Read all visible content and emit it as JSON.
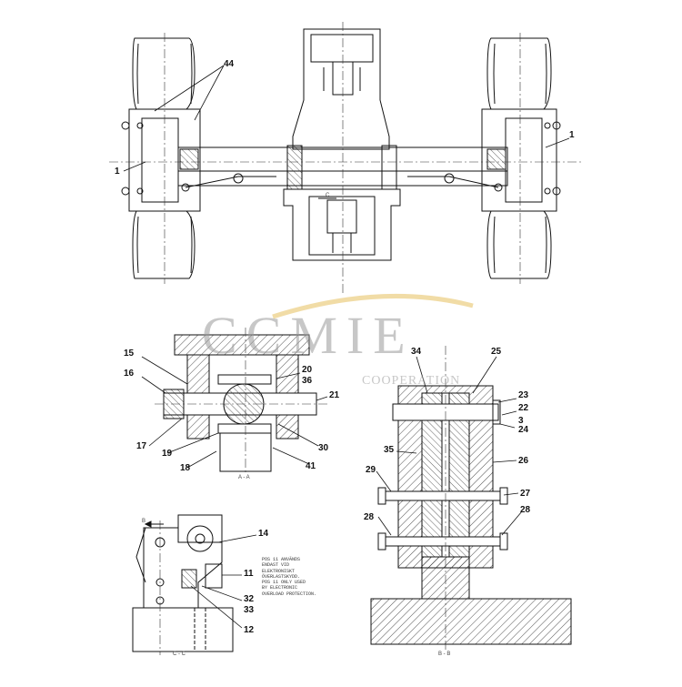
{
  "watermark": {
    "brand": "CCMIE",
    "subtitle": "COOPERATION",
    "accent_color": "#e8c46a"
  },
  "callouts": {
    "c44": "44",
    "c1a": "1",
    "c1b": "1",
    "c15": "15",
    "c16": "16",
    "c17": "17",
    "c19": "19",
    "c18": "18",
    "c20": "20",
    "c36": "36",
    "c21": "21",
    "c30": "30",
    "c41": "41",
    "c34": "34",
    "c25": "25",
    "c23": "23",
    "c22": "22",
    "c3": "3",
    "c24": "24",
    "c35": "35",
    "c26": "26",
    "c29": "29",
    "c27": "27",
    "c28a": "28",
    "c28b": "28",
    "c14": "14",
    "c11": "11",
    "c32": "32",
    "c33": "33",
    "c12": "12"
  },
  "section_labels": {
    "aa": "A - A",
    "bb": "B - B",
    "cc": "C - C",
    "c_top": "C",
    "b_mark": "B"
  },
  "note_text": "POS 11 ANVÄNDS\nENDAST VID\nELEKTRONISKT\nÖVERLASTSKYDD.\nPOS 11 ONLY USED\nBY ELECTRONIC\nOVERLOAD PROTECTION."
}
